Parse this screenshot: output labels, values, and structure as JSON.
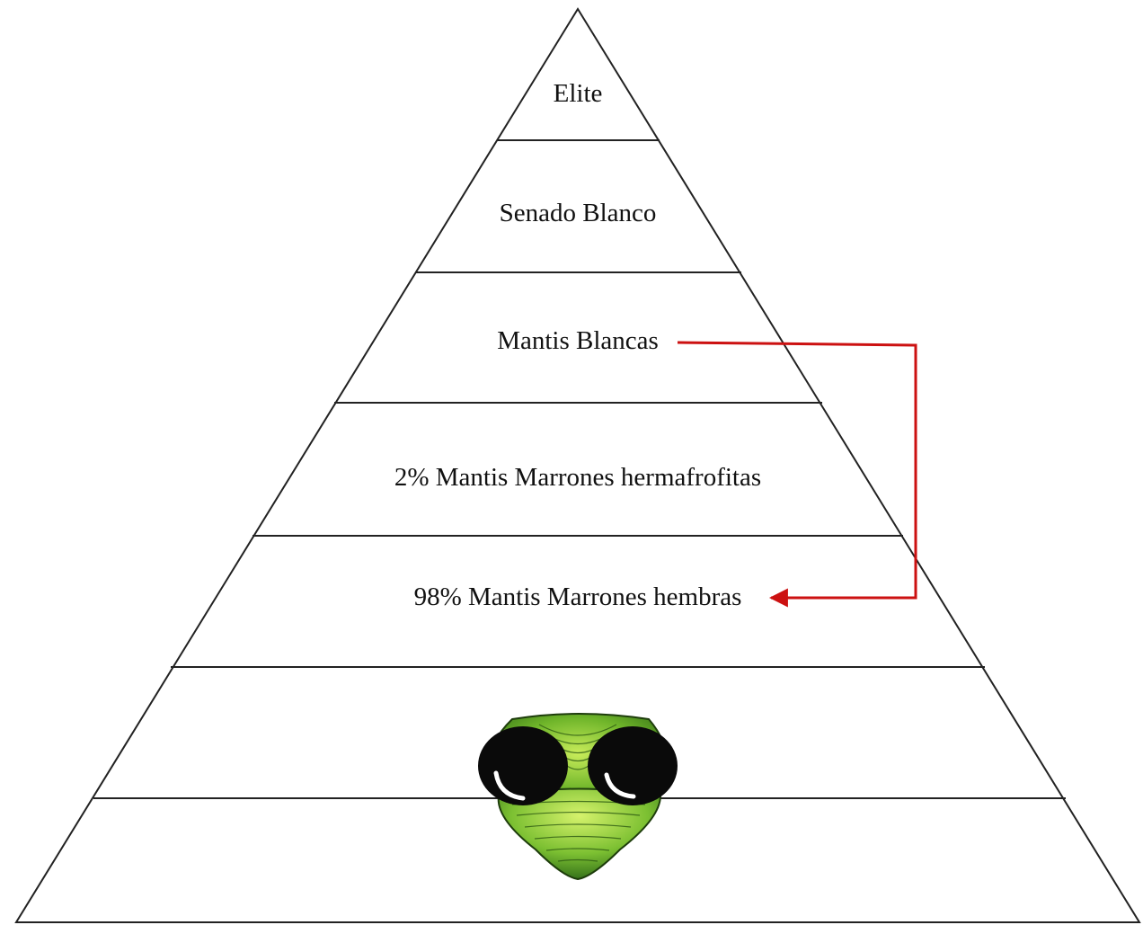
{
  "diagram": {
    "tiers": [
      {
        "label": "Elite"
      },
      {
        "label": "Senado Blanco"
      },
      {
        "label": "Mantis Blancas"
      },
      {
        "label": "2% Mantis Marrones hermafrofitas"
      },
      {
        "label": "98% Mantis Marrones hembras"
      },
      {
        "label": ""
      },
      {
        "label": ""
      }
    ],
    "connector": {
      "from": "Mantis Blancas",
      "to": "98% Mantis Marrones hembras",
      "color": "#cc1111"
    },
    "colors": {
      "outline": "#222222",
      "background": "#ffffff",
      "mantis_green": "#6fb52a",
      "mantis_eye": "#0a0a0a"
    },
    "mantis_head": {
      "icon": "mantis-head-icon"
    }
  }
}
